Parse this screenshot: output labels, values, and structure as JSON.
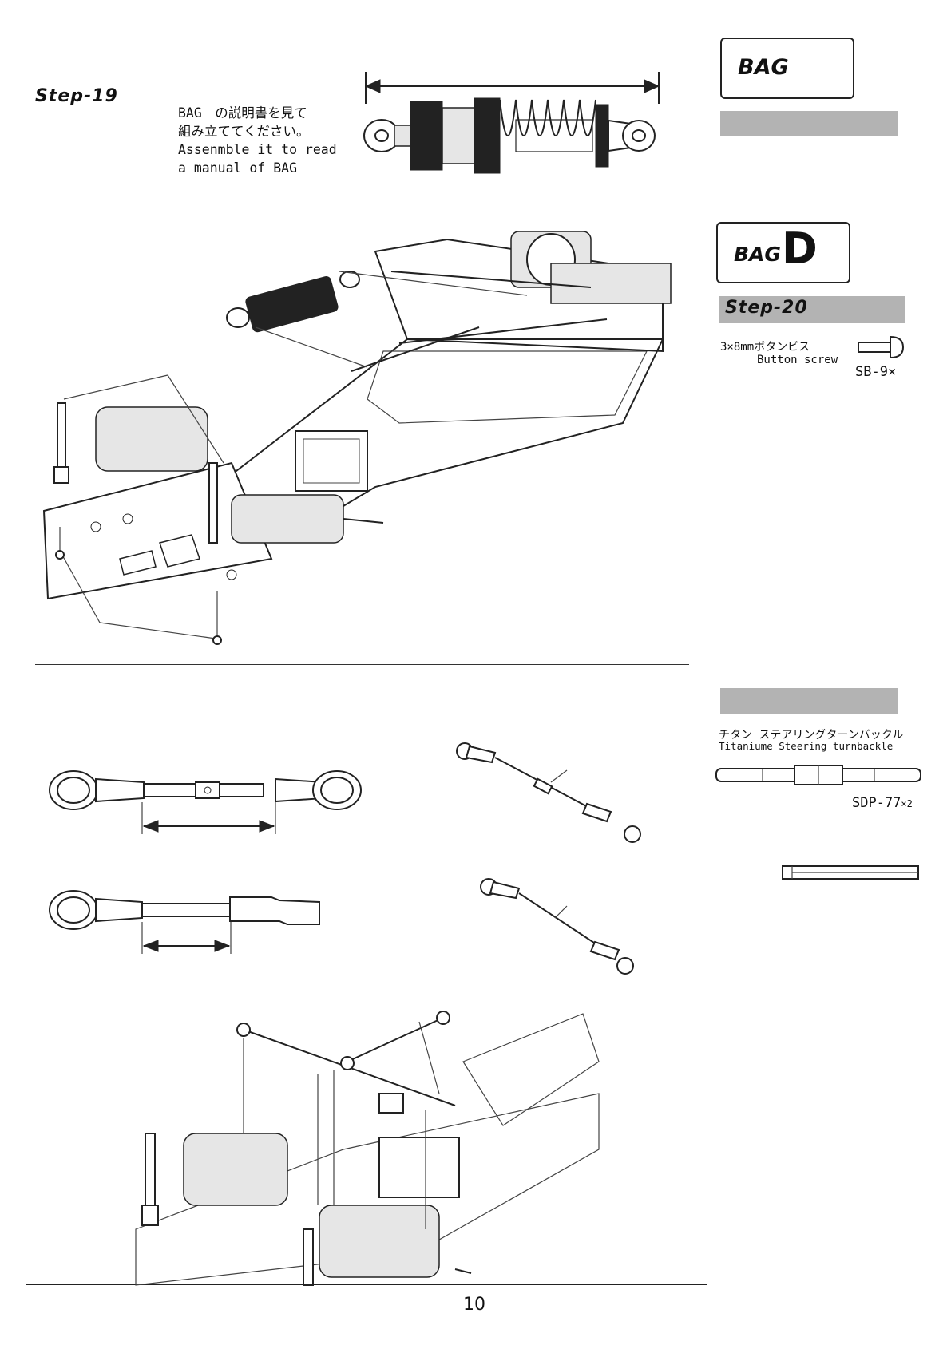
{
  "page_number": "10",
  "step19": {
    "label": "Step-19",
    "instruction_jp_line1": "BAG　の説明書を見て",
    "instruction_jp_line2": "組み立ててください。",
    "instruction_en_line1": "Assenmble it to read",
    "instruction_en_line2": "a manual of BAG"
  },
  "sidebar": {
    "bag_box1": "BAG",
    "bag_box2_prefix": "BAG",
    "bag_box2_letter": "D",
    "step20_label": "Step-20",
    "screw_name_jp": "3×8mmボタンビス",
    "screw_name_en": "Button screw",
    "screw_part": "SB-9×",
    "turnbuckle_name_jp": "チタン ステアリングターンバックル",
    "turnbuckle_name_en": "Titaniume Steering turnbackle",
    "turnbuckle_part": "SDP-77",
    "turnbuckle_qty": "×2"
  },
  "colors": {
    "gray_bar": "#b3b3b3",
    "line": "#222222"
  }
}
